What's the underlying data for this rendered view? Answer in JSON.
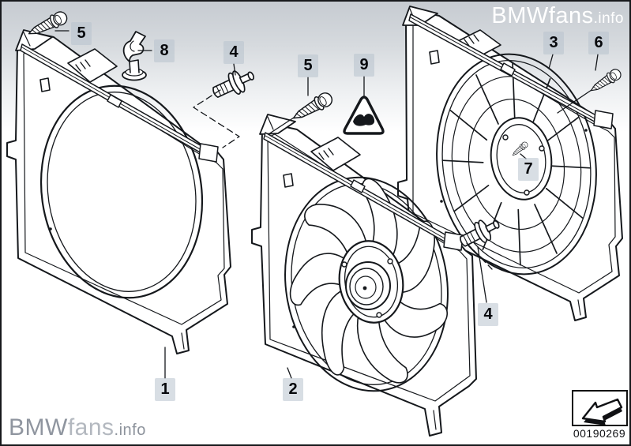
{
  "branding": {
    "top_logo": {
      "brand": "BMWfans",
      "tld": ".info"
    },
    "bottom_logo": {
      "brand": "BMW",
      "mid": "fans",
      "tld": ".info"
    }
  },
  "diagram_code": "00190269",
  "callouts": {
    "c1": "1",
    "c2": "2",
    "c3": "3",
    "c4a": "4",
    "c4b": "4",
    "c5a": "5",
    "c5b": "5",
    "c6": "6",
    "c7": "7",
    "c8": "8",
    "c9": "9"
  },
  "icons": {
    "direction_arrow": "thick-arrow-down-left",
    "caution_triangle": "rounded-triangle-safety-symbol"
  },
  "colors": {
    "background_top": "#c6cbd1",
    "background_bottom": "#ffffff",
    "line_art": "#15181c",
    "callout_bg": "rgba(184,194,205,0.55)",
    "logo_white": "#ffffff",
    "logo_gray_dark": "#8f959f",
    "logo_gray_light": "#b3b8bf"
  }
}
